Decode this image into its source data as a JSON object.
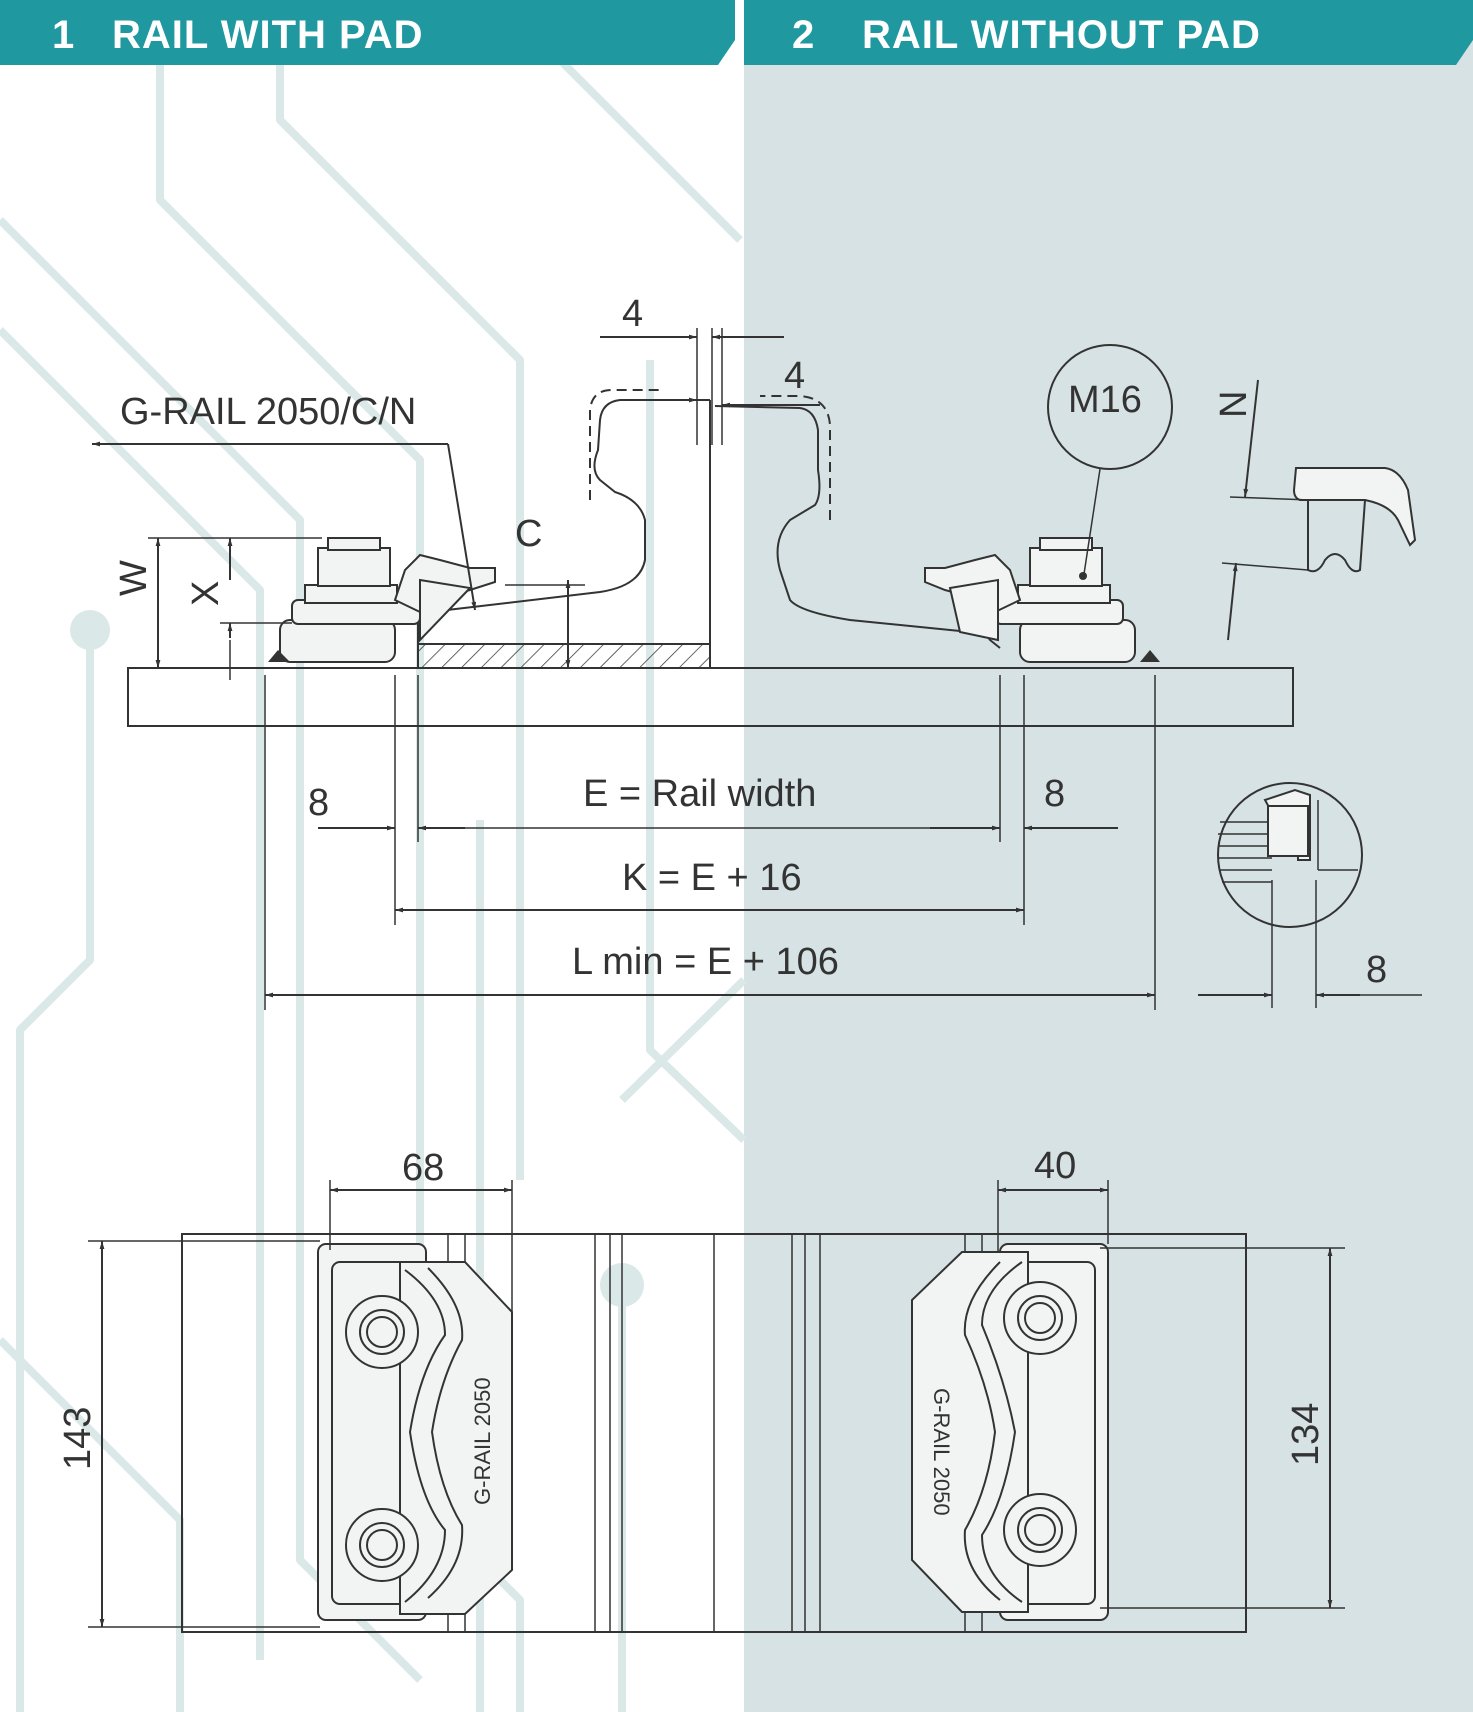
{
  "colors": {
    "header_teal": "#1f98a0",
    "right_panel_bg": "#d6e2e3",
    "line": "#333333",
    "trace": "#dbe8e8"
  },
  "header": {
    "left": {
      "number": "1",
      "title": "RAIL WITH PAD"
    },
    "right": {
      "number": "2",
      "title": "RAIL WITHOUT PAD"
    }
  },
  "section_view": {
    "clip_label": "G-RAIL 2050/C/N",
    "bolt_label": "M16",
    "dims": {
      "gap_top": "4",
      "gap_right": "4",
      "c": "C",
      "w": "W",
      "x": "X",
      "n": "N",
      "left_offset": "8",
      "right_offset": "8",
      "e_formula": "E = Rail width",
      "k_formula": "K = E + 16",
      "l_formula": "L min = E + 106",
      "detail_offset": "8"
    }
  },
  "plan_view": {
    "dims": {
      "left_width": "68",
      "right_width": "40",
      "left_height": "143",
      "right_height": "134"
    },
    "left_clip_text": "G-RAIL 2050",
    "right_clip_text": "G-RAIL 2050"
  }
}
